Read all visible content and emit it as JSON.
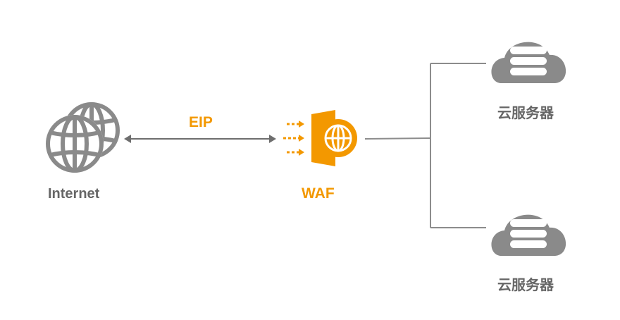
{
  "colors": {
    "gray": "#8a8a8a",
    "dark_gray": "#666666",
    "orange": "#f39800",
    "line": "#8c8c8c"
  },
  "nodes": {
    "internet": {
      "label": "Internet",
      "icon": "globe-icon"
    },
    "waf": {
      "label": "WAF",
      "icon": "firewall-globe-icon"
    },
    "servers": [
      {
        "label": "云服务器",
        "icon": "cloud-server-icon"
      },
      {
        "label": "云服务器",
        "icon": "cloud-server-icon"
      }
    ]
  },
  "edges": {
    "internet_waf": {
      "label": "EIP",
      "style": "bidirectional-arrow"
    }
  }
}
